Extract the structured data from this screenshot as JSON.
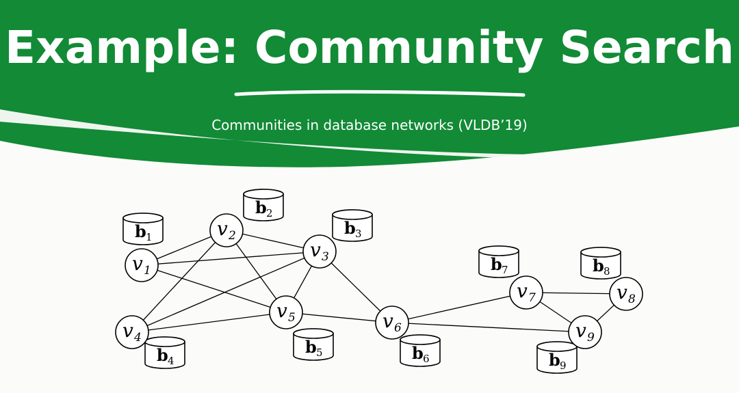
{
  "header": {
    "title": "Example: Community Search",
    "subtitle": "Communities in database networks (VLDB’19)",
    "background_color": "#128a36"
  },
  "graph": {
    "nodes": [
      {
        "id": "v1",
        "letter": "v",
        "sub": "1"
      },
      {
        "id": "v2",
        "letter": "v",
        "sub": "2"
      },
      {
        "id": "v3",
        "letter": "v",
        "sub": "3"
      },
      {
        "id": "v4",
        "letter": "v",
        "sub": "4"
      },
      {
        "id": "v5",
        "letter": "v",
        "sub": "5"
      },
      {
        "id": "v6",
        "letter": "v",
        "sub": "6"
      },
      {
        "id": "v7",
        "letter": "v",
        "sub": "7"
      },
      {
        "id": "v8",
        "letter": "v",
        "sub": "8"
      },
      {
        "id": "v9",
        "letter": "v",
        "sub": "9"
      }
    ],
    "databases": [
      {
        "id": "b1",
        "letter": "b",
        "sub": "1"
      },
      {
        "id": "b2",
        "letter": "b",
        "sub": "2"
      },
      {
        "id": "b3",
        "letter": "b",
        "sub": "3"
      },
      {
        "id": "b4",
        "letter": "b",
        "sub": "4"
      },
      {
        "id": "b5",
        "letter": "b",
        "sub": "5"
      },
      {
        "id": "b6",
        "letter": "b",
        "sub": "6"
      },
      {
        "id": "b7",
        "letter": "b",
        "sub": "7"
      },
      {
        "id": "b8",
        "letter": "b",
        "sub": "8"
      },
      {
        "id": "b9",
        "letter": "b",
        "sub": "9"
      }
    ],
    "edges": [
      [
        "v1",
        "v2"
      ],
      [
        "v1",
        "v3"
      ],
      [
        "v1",
        "v5"
      ],
      [
        "v2",
        "v3"
      ],
      [
        "v2",
        "v4"
      ],
      [
        "v2",
        "v5"
      ],
      [
        "v3",
        "v4"
      ],
      [
        "v3",
        "v5"
      ],
      [
        "v3",
        "v6"
      ],
      [
        "v4",
        "v5"
      ],
      [
        "v5",
        "v6"
      ],
      [
        "v6",
        "v7"
      ],
      [
        "v6",
        "v9"
      ],
      [
        "v7",
        "v8"
      ],
      [
        "v7",
        "v9"
      ],
      [
        "v8",
        "v9"
      ]
    ]
  }
}
